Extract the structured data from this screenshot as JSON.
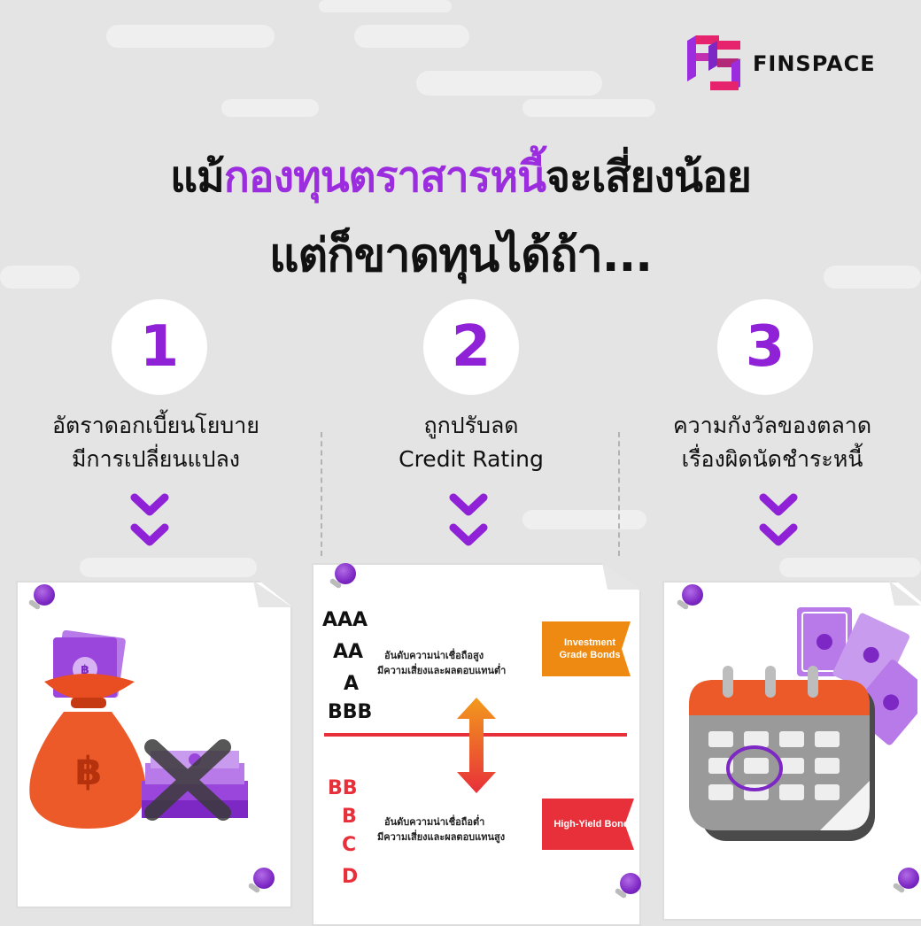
{
  "brand": {
    "name": "FINSPACE",
    "colors": {
      "purple": "#9b2dde",
      "pink": "#e6246e",
      "orange": "#ec5a2a"
    }
  },
  "headline": {
    "line1_prefix": "แม้",
    "line1_highlight": "กองทุนตราสารหนี้",
    "line1_suffix": "จะเสี่ยงน้อย",
    "line2": "แต่ก็ขาดทุนได้ถ้า..."
  },
  "steps": [
    {
      "number": "1",
      "line1": "อัตราดอกเบี้ยนโยบาย",
      "line2": "มีการเปลี่ยนแปลง"
    },
    {
      "number": "2",
      "line1": "ถูกปรับลด",
      "line2": "Credit Rating"
    },
    {
      "number": "3",
      "line1": "ความกังวัลของตลาด",
      "line2": "เรื่องผิดนัดชำระหนี้"
    }
  ],
  "card1": {
    "currency_symbol": "฿",
    "icons": [
      "money-bag-icon",
      "banknote-stack-icon",
      "cross-icon"
    ]
  },
  "card2": {
    "investment_ratings": [
      "AAA",
      "AA",
      "A",
      "BBB"
    ],
    "investment_desc_1": "อันดับความน่าเชื่อถือสูง",
    "investment_desc_2": "มีความเสี่ยงและผลตอบแทนต่ำ",
    "investment_tag": "Investment Grade Bonds",
    "highyield_ratings": [
      "BB",
      "B",
      "C",
      "D"
    ],
    "highyield_desc_1": "อันดับความน่าเชื่อถือต่ำ",
    "highyield_desc_2": "มีความเสี่ยงและผลตอบแทนสูง",
    "highyield_tag": "High-Yield Bond",
    "tag_colors": {
      "investment": "#ee8a12",
      "highyield": "#e8303a"
    }
  },
  "card3": {
    "icons": [
      "calendar-icon",
      "banknote-icon"
    ]
  }
}
